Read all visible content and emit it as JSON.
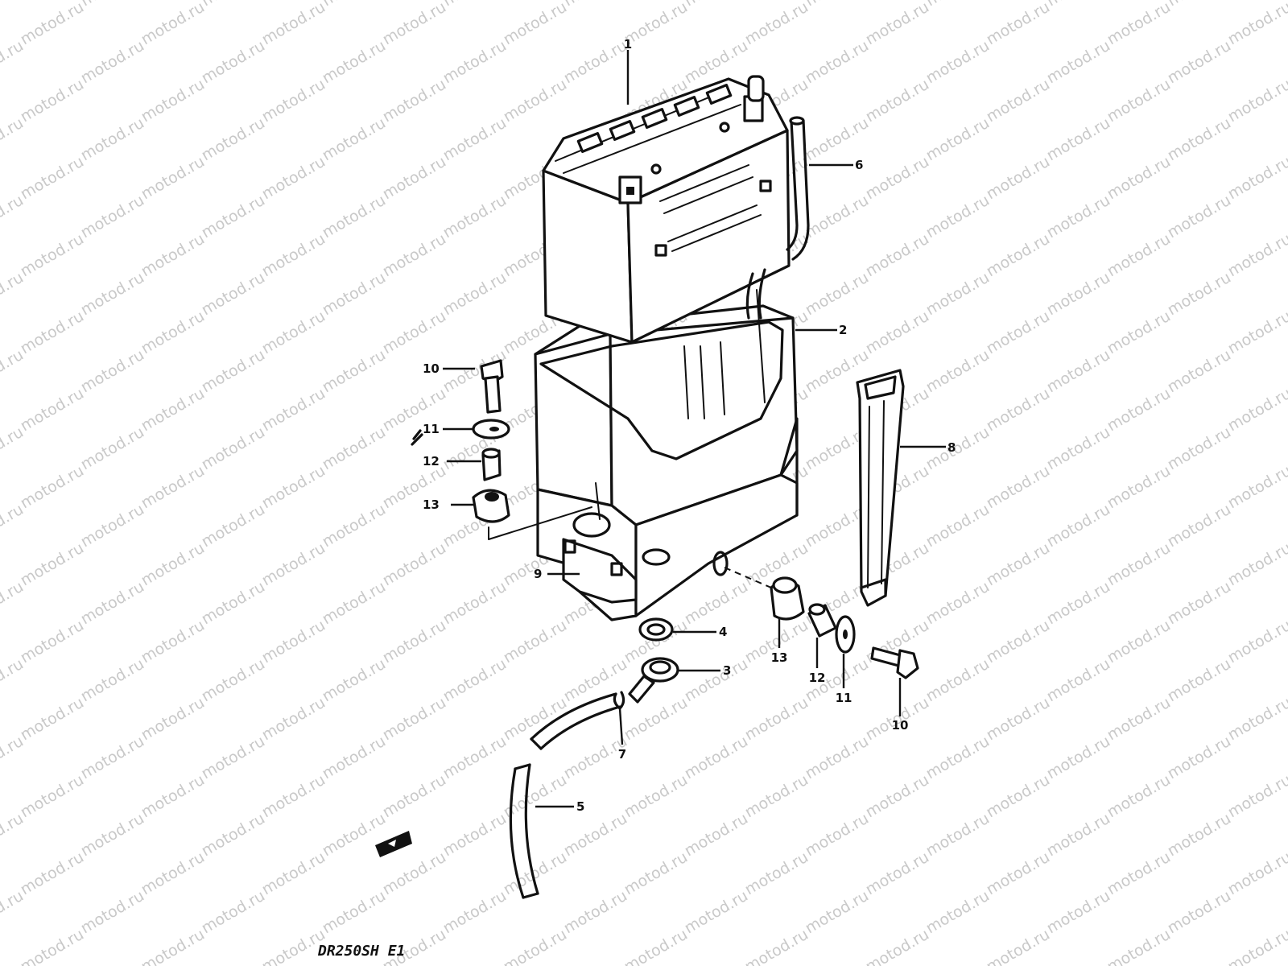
{
  "watermark": "motod.ru",
  "drawing_code": "DR250SH E1",
  "part_labels": {
    "p1": "1",
    "p2": "2",
    "p3": "3",
    "p4": "4",
    "p5": "5",
    "p6": "6",
    "p7": "7",
    "p8": "8",
    "p9": "9",
    "p10a": "10",
    "p10b": "10",
    "p11a": "11",
    "p11b": "11",
    "p12a": "12",
    "p12b": "12",
    "p13a": "13",
    "p13b": "13"
  },
  "parts": {
    "1": "battery",
    "2": "battery-case",
    "3": "breather-fitting",
    "4": "breather-washer",
    "5": "breather-hose-lower",
    "6": "breather-hose-upper",
    "7": "hose-clamp",
    "8": "battery-strap",
    "9": "case-bracket",
    "10": "bolt",
    "11": "washer",
    "12": "spacer",
    "13": "cushion"
  },
  "icons": {
    "front-arrow": "front-direction-arrow-icon"
  }
}
